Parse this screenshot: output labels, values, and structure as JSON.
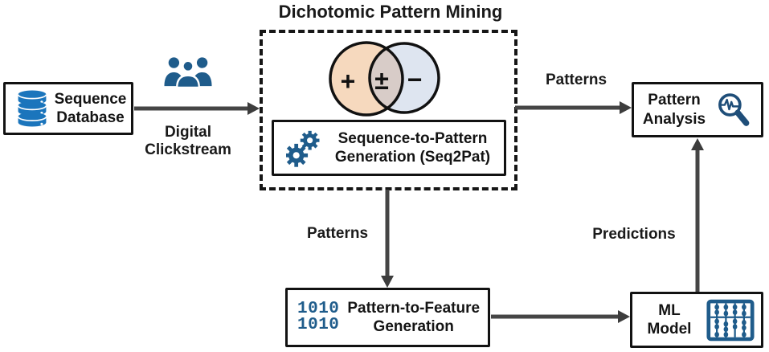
{
  "title": "Dichotomic Pattern Mining",
  "nodes": {
    "sequence_database": {
      "line1": "Sequence",
      "line2": "Database"
    },
    "seq2pat": {
      "line1": "Sequence-to-Pattern",
      "line2": "Generation (Seq2Pat)"
    },
    "pattern_analysis": {
      "line1": "Pattern",
      "line2": "Analysis"
    },
    "pattern_to_feature": {
      "line1": "Pattern-to-Feature",
      "line2": "Generation"
    },
    "ml_model": {
      "line1": "ML",
      "line2": "Model"
    }
  },
  "venn": {
    "plus": "+",
    "plus_minus": "±",
    "minus": "−",
    "left_fill": "#F6D9BE",
    "right_fill": "#DEE5F0",
    "overlap_fill": "#D8CCC8"
  },
  "edges": {
    "digital_clickstream": {
      "line1": "Digital",
      "line2": "Clickstream"
    },
    "patterns_right": "Patterns",
    "patterns_down": "Patterns",
    "predictions": "Predictions"
  },
  "icons": {
    "binary_line1": "1010",
    "binary_line2": "1010",
    "database_color": "#1B75BC",
    "accent_blue": "#1F5C8B",
    "magnifier_blue": "#1F4E79"
  },
  "colors": {
    "arrow": "#454545",
    "border": "#121212",
    "background": "#FFFFFF"
  }
}
